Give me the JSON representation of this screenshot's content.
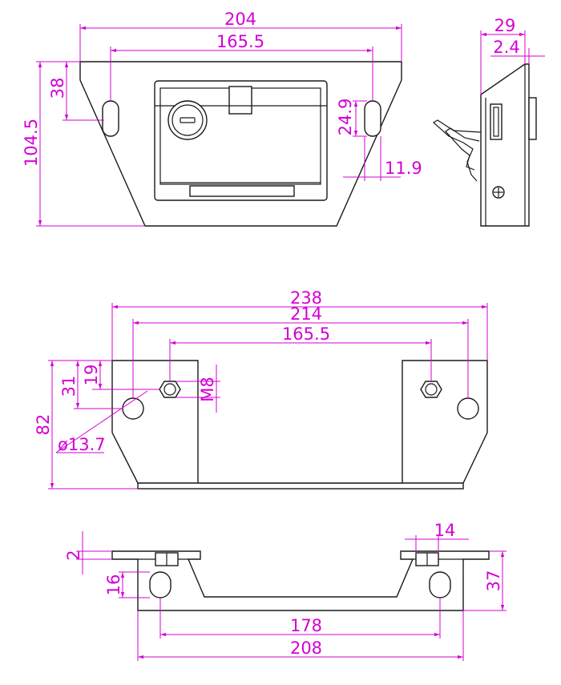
{
  "colors": {
    "dimension": "#d400d4",
    "outline": "#1a1a1a",
    "background": "#ffffff"
  },
  "views": {
    "front": {
      "overall_width": "204",
      "slot_pitch": "165.5",
      "total_height": "104.5",
      "slot_top_offset": "38",
      "slot_length": "24.9",
      "slot_width": "11.9"
    },
    "side": {
      "depth": "29",
      "plate_thickness": "2.4"
    },
    "bracket_front": {
      "overall_width": "238",
      "hole_pitch": "214",
      "stud_pitch": "165.5",
      "height": "82",
      "stud_offset": "19",
      "hole_offset": "31",
      "stud_thread": "M8",
      "hole_diameter": "ø13.7"
    },
    "bracket_top": {
      "flange_thickness": "2",
      "stud_width": "14",
      "height": "37",
      "hole_offset": "16",
      "hole_pitch": "178",
      "overall_width": "208"
    }
  }
}
